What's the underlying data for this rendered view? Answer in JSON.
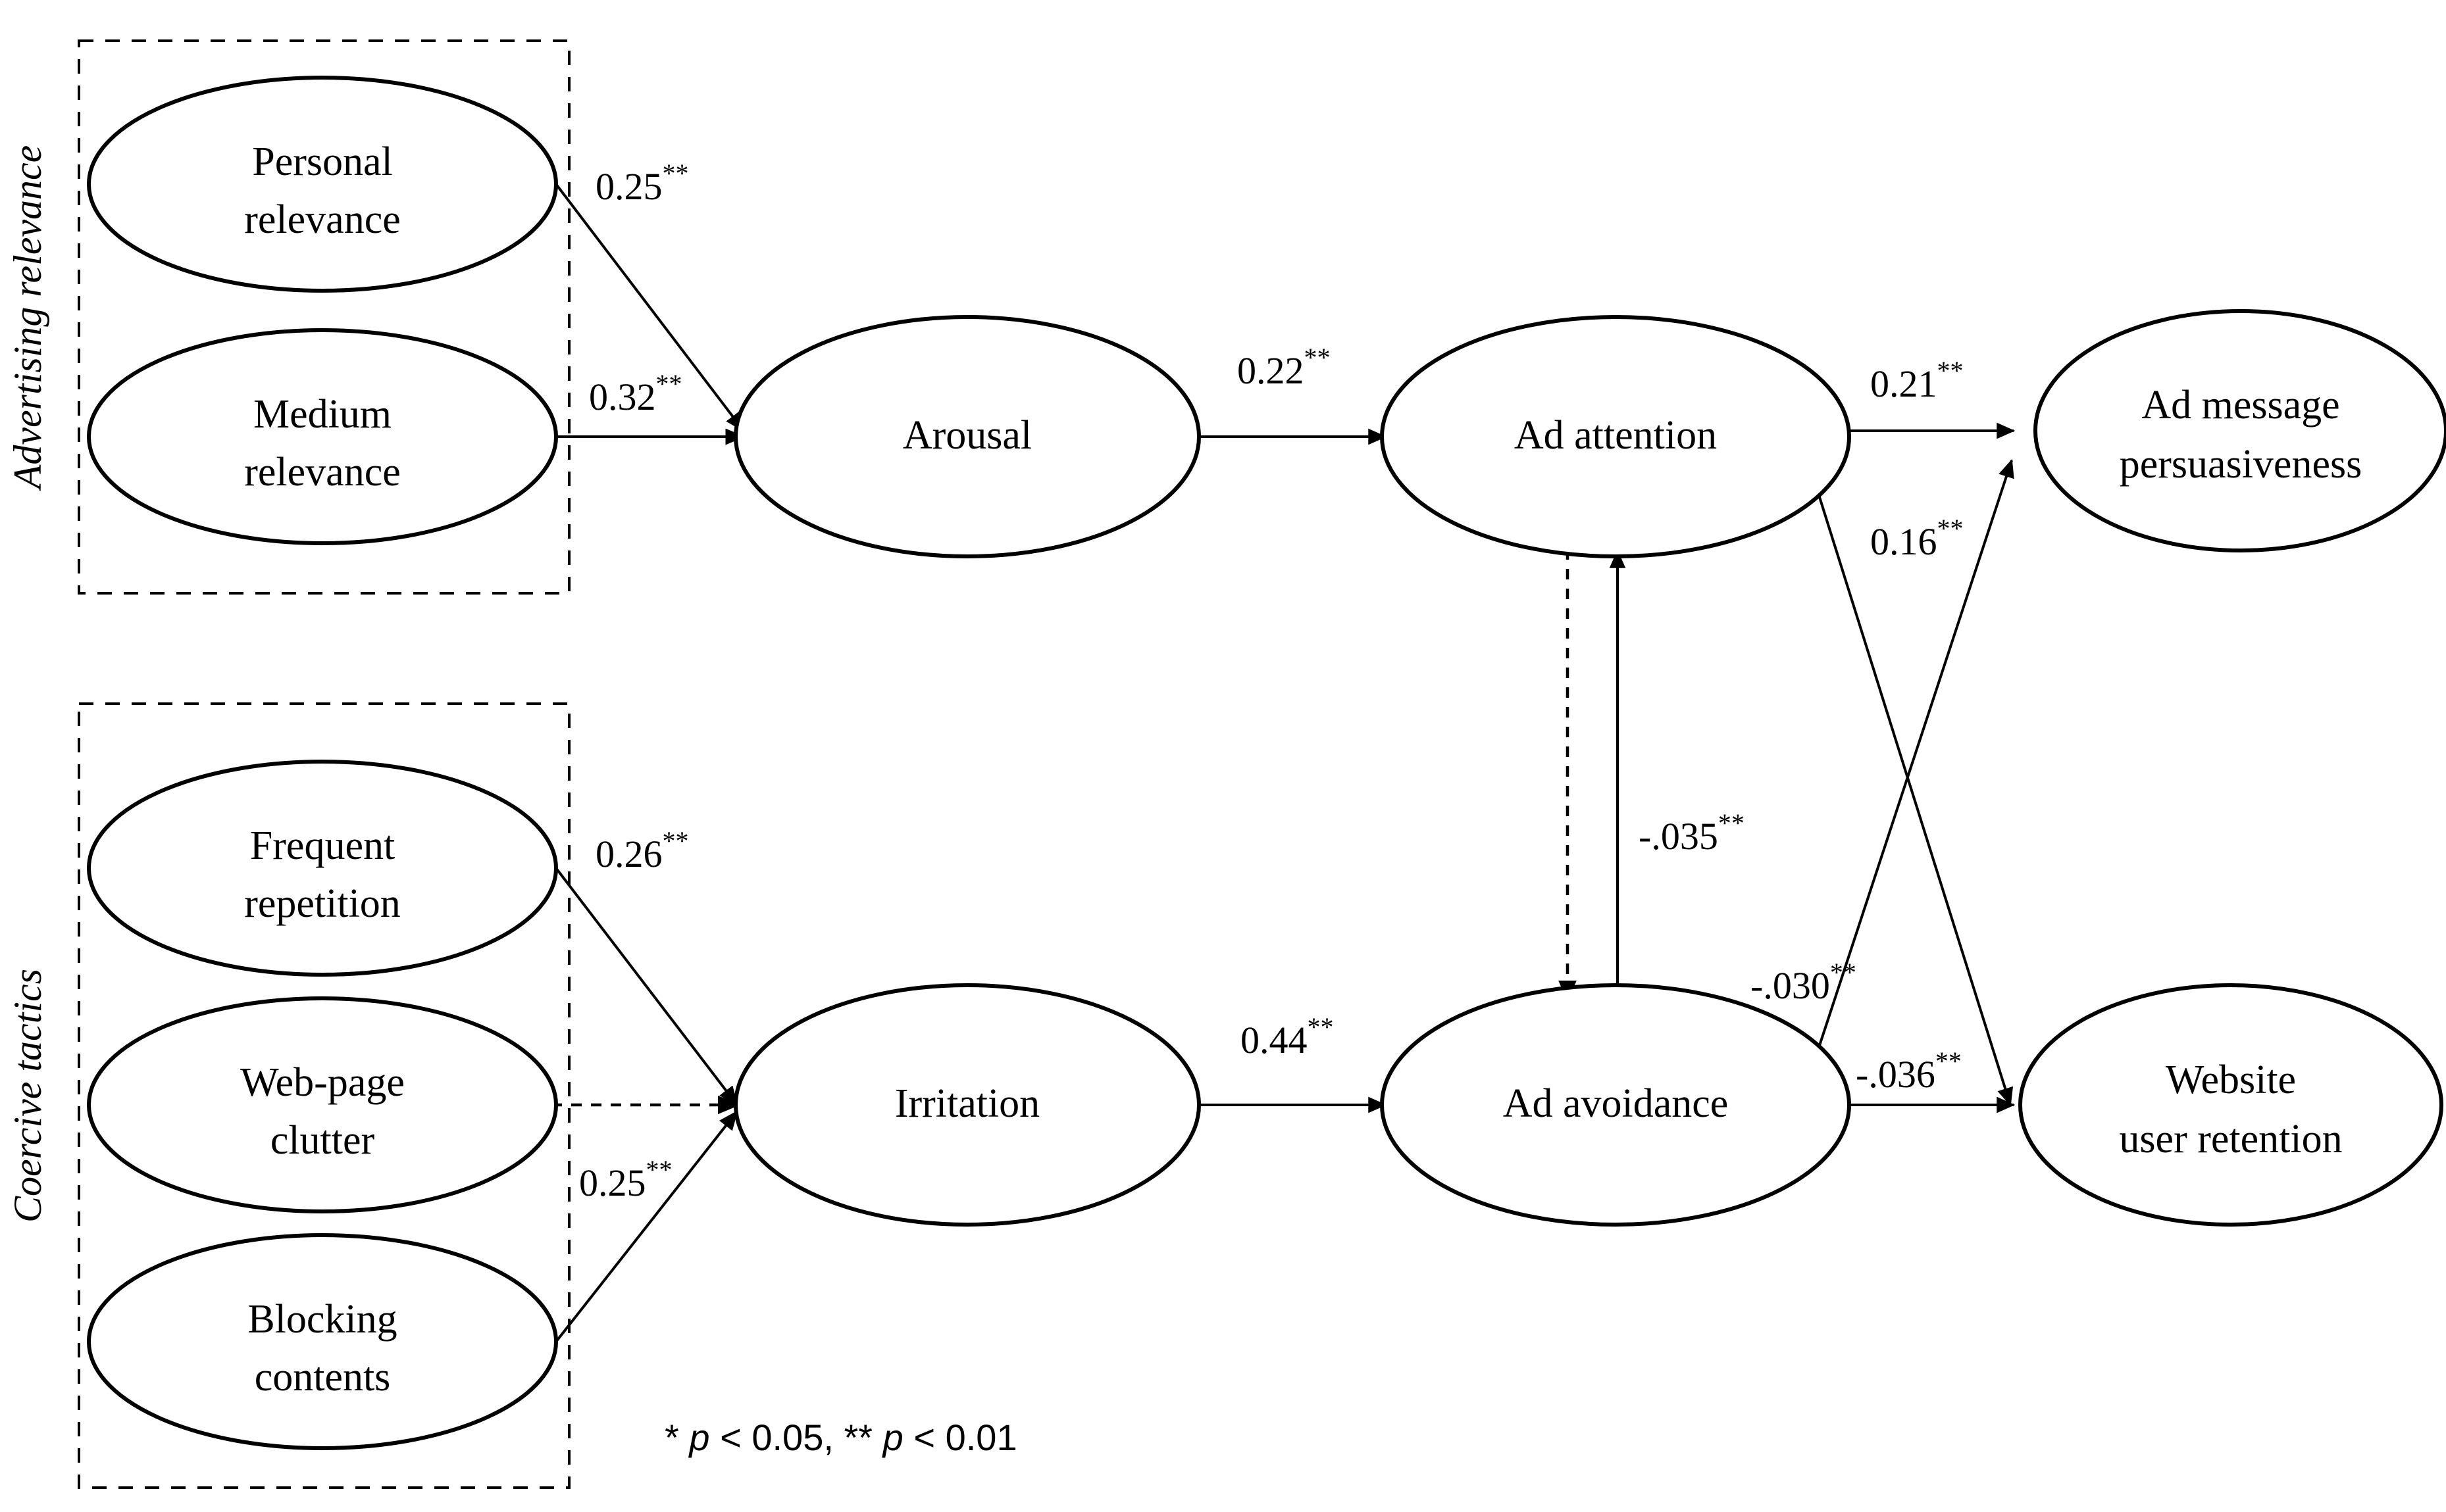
{
  "figure": {
    "type": "structural-equation-model-path-diagram",
    "significance_note": "* p < 0.05, ** p < 0.01",
    "note_parts": {
      "star1": "*",
      "p1": "p",
      "val1": "< 0.05,",
      "star2": "**",
      "p2": "p",
      "val2": "< 0.01"
    }
  },
  "groups": [
    {
      "id": "advertising-relevance",
      "label": "Advertising relevance"
    },
    {
      "id": "coercive-tactics",
      "label": "Coercive tactics"
    }
  ],
  "nodes": [
    {
      "id": "personal-relevance",
      "line1": "Personal",
      "line2": "relevance"
    },
    {
      "id": "medium-relevance",
      "line1": "Medium",
      "line2": "relevance"
    },
    {
      "id": "arousal",
      "line1": "Arousal",
      "line2": ""
    },
    {
      "id": "ad-attention",
      "line1": "Ad attention",
      "line2": ""
    },
    {
      "id": "ad-message-persuasiveness",
      "line1": "Ad message",
      "line2": "persuasiveness"
    },
    {
      "id": "frequent-repetition",
      "line1": "Frequent",
      "line2": "repetition"
    },
    {
      "id": "web-page-clutter",
      "line1": "Web-page",
      "line2": "clutter"
    },
    {
      "id": "blocking-contents",
      "line1": "Blocking",
      "line2": "contents"
    },
    {
      "id": "irritation",
      "line1": "Irritation",
      "line2": ""
    },
    {
      "id": "ad-avoidance",
      "line1": "Ad avoidance",
      "line2": ""
    },
    {
      "id": "website-user-retention",
      "line1": "Website",
      "line2": "user retention"
    }
  ],
  "paths": [
    {
      "id": "personal-relevance-to-arousal",
      "from": "personal-relevance",
      "to": "arousal",
      "value": "0.25",
      "stars": "**",
      "style": "solid"
    },
    {
      "id": "medium-relevance-to-arousal",
      "from": "medium-relevance",
      "to": "arousal",
      "value": "0.32",
      "stars": "**",
      "style": "solid"
    },
    {
      "id": "arousal-to-ad-attention",
      "from": "arousal",
      "to": "ad-attention",
      "value": "0.22",
      "stars": "**",
      "style": "solid"
    },
    {
      "id": "ad-attention-to-persuasiveness",
      "from": "ad-attention",
      "to": "ad-message-persuasiveness",
      "value": "0.21",
      "stars": "**",
      "style": "solid"
    },
    {
      "id": "ad-avoidance-to-persuasiveness",
      "from": "ad-avoidance",
      "to": "ad-message-persuasiveness",
      "value": "0.16",
      "stars": "**",
      "style": "solid"
    },
    {
      "id": "frequent-repetition-to-irritation",
      "from": "frequent-repetition",
      "to": "irritation",
      "value": "0.26",
      "stars": "**",
      "style": "solid"
    },
    {
      "id": "web-page-clutter-to-irritation",
      "from": "web-page-clutter",
      "to": "irritation",
      "value": "",
      "stars": "",
      "style": "dashed"
    },
    {
      "id": "blocking-contents-to-irritation",
      "from": "blocking-contents",
      "to": "irritation",
      "value": "0.25",
      "stars": "**",
      "style": "solid"
    },
    {
      "id": "irritation-to-ad-avoidance",
      "from": "irritation",
      "to": "ad-avoidance",
      "value": "0.44",
      "stars": "**",
      "style": "solid"
    },
    {
      "id": "ad-avoidance-to-ad-attention",
      "from": "ad-avoidance",
      "to": "ad-attention",
      "value": "-.035",
      "stars": "**",
      "style": "solid"
    },
    {
      "id": "ad-attention-to-ad-avoidance",
      "from": "ad-attention",
      "to": "ad-avoidance",
      "value": "",
      "stars": "",
      "style": "dashed"
    },
    {
      "id": "ad-attention-to-retention",
      "from": "ad-attention",
      "to": "website-user-retention",
      "value": "-.030",
      "stars": "**",
      "style": "solid"
    },
    {
      "id": "ad-avoidance-to-retention",
      "from": "ad-avoidance",
      "to": "website-user-retention",
      "value": "-.036",
      "stars": "**",
      "style": "solid"
    }
  ],
  "coef_labels": {
    "c025_pr": "0.25",
    "c032_mr": "0.32",
    "c022_ar": "0.22",
    "c021_aa": "0.21",
    "c016_av": "0.16",
    "c026_fr": "0.26",
    "c025_bc": "0.25",
    "c044_ir": "0.44",
    "c035_neg": "-.035",
    "c030_neg": "-.030",
    "c036_neg": "-.036",
    "stars": "**"
  }
}
